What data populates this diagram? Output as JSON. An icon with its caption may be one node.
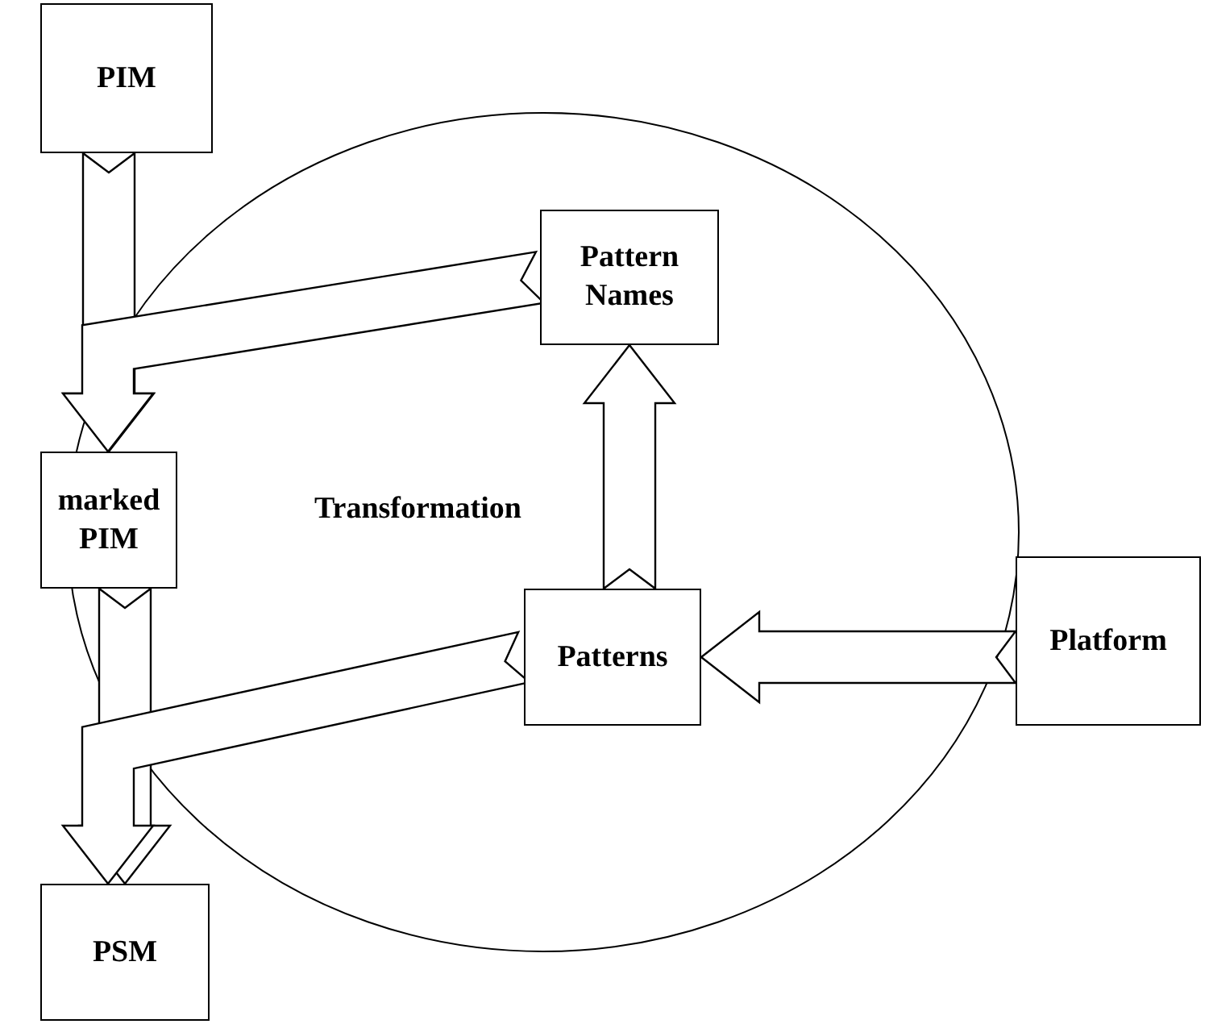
{
  "diagram": {
    "nodes": [
      {
        "text": [
          "PIM"
        ]
      },
      {
        "text": [
          "Transformation"
        ]
      },
      {
        "text": [
          "Pattern Names"
        ],
        "in": 1
      },
      {
        "text": [
          "marked PIM"
        ]
      },
      {
        "text": [
          "Patterns"
        ],
        "in": 1
      },
      {
        "text": [
          "Platform"
        ]
      },
      {
        "text": [
          "PSM"
        ]
      }
    ],
    "edges": [
      {
        "from": 0,
        "to": 3,
        "arrow": "to"
      },
      {
        "from": 2,
        "to": 3,
        "arrow": "to"
      },
      {
        "from": 3,
        "to": 6,
        "arrow": "to"
      },
      {
        "from": 4,
        "to": 6,
        "arrow": "to"
      },
      {
        "from": 5,
        "to": 4,
        "arrow": "to"
      },
      {
        "from": 4,
        "to": 2,
        "arrow": "to"
      }
    ]
  }
}
